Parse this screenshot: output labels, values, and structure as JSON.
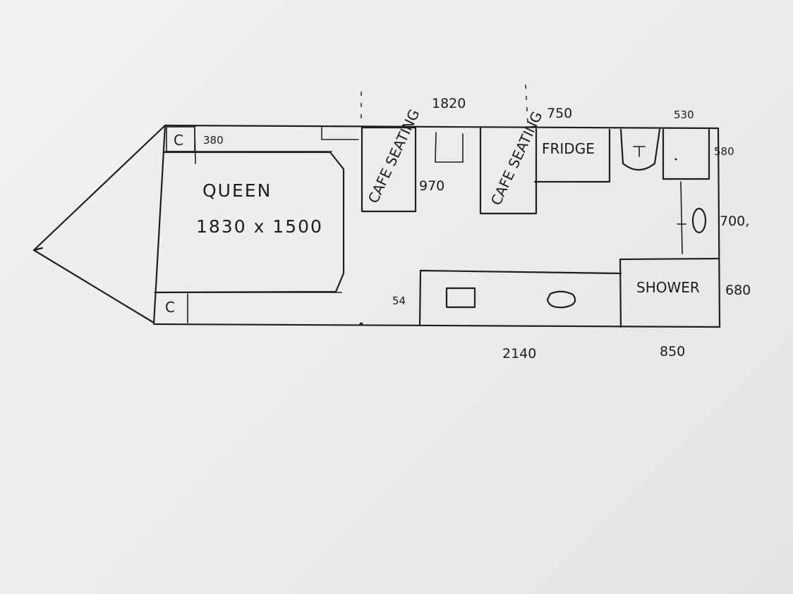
{
  "labels": {
    "queen": "QUEEN",
    "queen_size": "1830 x 1500",
    "cafe_seating_left": "CAFE SEATING",
    "cafe_seating_right": "CAFE SEATING",
    "fridge": "FRIDGE",
    "shower": "SHOWER",
    "cupboard_top": "C",
    "cupboard_bottom": "C"
  },
  "dimensions": {
    "d380": "380",
    "d1820": "1820",
    "d750": "750",
    "d530": "530",
    "d580": "580",
    "d970": "970",
    "d700": "700,",
    "d680": "680",
    "d54": "54",
    "d2140": "2140",
    "d850": "850"
  }
}
